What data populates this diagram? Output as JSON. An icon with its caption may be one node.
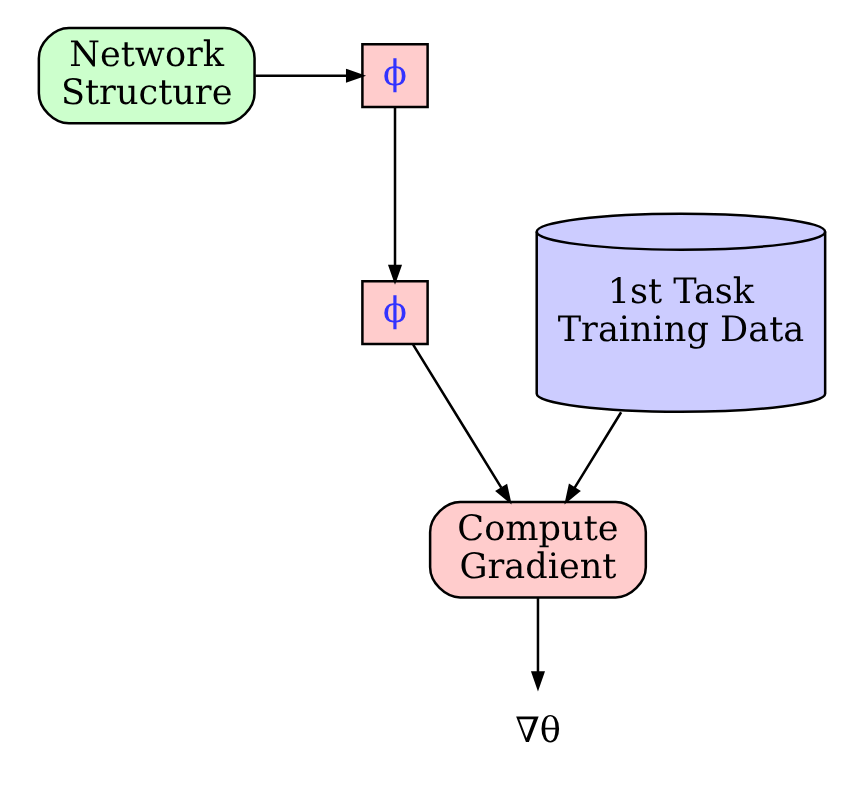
{
  "diagram": {
    "nodes": [
      {
        "text": [
          "Network Structure"
        ]
      },
      {
        "text": [
          "ϕ"
        ]
      },
      {
        "text": [
          "ϕ"
        ]
      },
      {
        "text": [
          "Compute Gradient"
        ]
      },
      {
        "text": [
          "∇θ"
        ]
      },
      {
        "text": [
          "1st Task Training Data"
        ]
      }
    ],
    "edges": [
      {
        "from": 0,
        "to": 1,
        "arrow": "to"
      },
      {
        "from": 1,
        "to": 2,
        "arrow": "to"
      },
      {
        "from": 2,
        "to": 3,
        "arrow": "to"
      },
      {
        "from": 3,
        "to": 4,
        "arrow": "to"
      },
      {
        "from": 5,
        "to": 3,
        "arrow": "to"
      }
    ]
  }
}
